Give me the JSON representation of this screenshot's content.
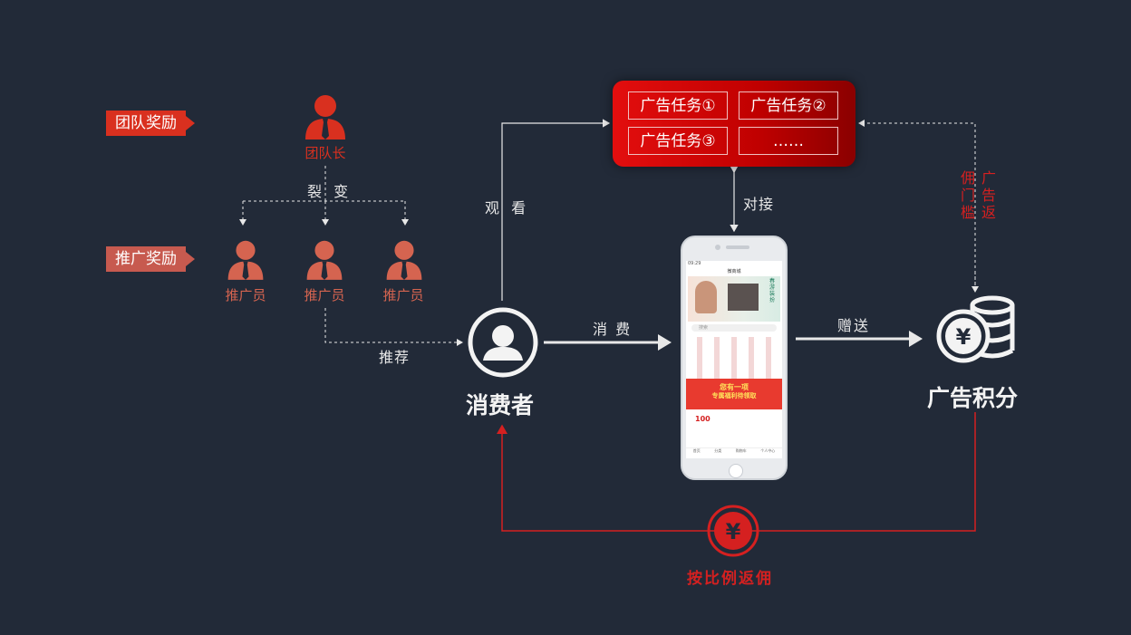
{
  "left": {
    "team_reward_tag": "团队奖励",
    "promo_reward_tag": "推广奖励",
    "team_leader": "团队长",
    "fission": "裂 变",
    "promoters": [
      "推广员",
      "推广员",
      "推广员"
    ],
    "recommend": "推荐"
  },
  "center": {
    "watch": "观 看",
    "consumer": "消费者",
    "consume": "消 费",
    "dock": "对接",
    "gift": "赠送"
  },
  "tasks": [
    "广告任务①",
    "广告任务②",
    "广告任务③",
    "……"
  ],
  "right": {
    "ad_points": "广告积分",
    "threshold_vertical": "广告返佣门槛"
  },
  "bottom": {
    "rebate": "按比例返佣",
    "yen_symbol": "¥"
  },
  "phone": {
    "status_time": "09:29",
    "app_title": "微商城",
    "banner_text": "春游装扮",
    "search_placeholder": "搜索",
    "promo_title": "您有一项",
    "promo_sub": "专属福利待领取",
    "price": "100",
    "tabs": [
      "首页",
      "分类",
      "购物车",
      "个人中心"
    ]
  },
  "colors": {
    "background": "#222a38",
    "accent_red": "#d52020",
    "person_red": "#d56450"
  }
}
